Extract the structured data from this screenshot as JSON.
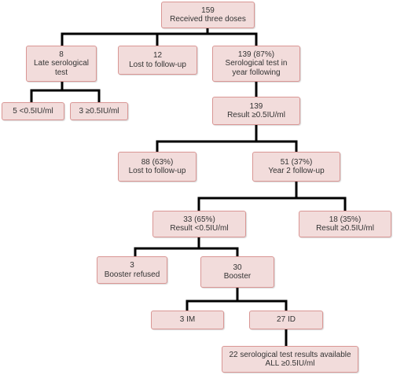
{
  "colors": {
    "node_fill": "#f2dcdb",
    "node_border": "#d99694",
    "edge": "#000000"
  },
  "nodes": {
    "n159": {
      "lines": [
        "159",
        "Received three doses"
      ]
    },
    "n8": {
      "lines": [
        "8",
        "Late serological",
        "test"
      ]
    },
    "n12": {
      "lines": [
        "12",
        "Lost to follow-up"
      ]
    },
    "n139a": {
      "lines": [
        "139 (87%)",
        "Serological test in",
        "year following"
      ]
    },
    "n5": {
      "lines": [
        "5 <0.5IU/ml"
      ]
    },
    "n3a": {
      "lines": [
        "3 ≥0.5IU/ml"
      ]
    },
    "n139b": {
      "lines": [
        "139",
        "Result ≥0.5IU/ml"
      ]
    },
    "n88": {
      "lines": [
        "88 (63%)",
        "Lost to follow-up"
      ]
    },
    "n51": {
      "lines": [
        "51 (37%)",
        "Year 2 follow-up"
      ]
    },
    "n33": {
      "lines": [
        "33 (65%)",
        "Result <0.5IU/ml"
      ]
    },
    "n18": {
      "lines": [
        "18 (35%)",
        "Result ≥0.5IU/ml"
      ]
    },
    "n3b": {
      "lines": [
        "3",
        "Booster refused"
      ]
    },
    "n30": {
      "lines": [
        "30",
        "Booster"
      ]
    },
    "n3im": {
      "lines": [
        "3 IM"
      ]
    },
    "n27": {
      "lines": [
        "27 ID"
      ]
    },
    "n22": {
      "lines": [
        "22 serological test results available",
        "ALL ≥0.5IU/ml"
      ]
    }
  }
}
